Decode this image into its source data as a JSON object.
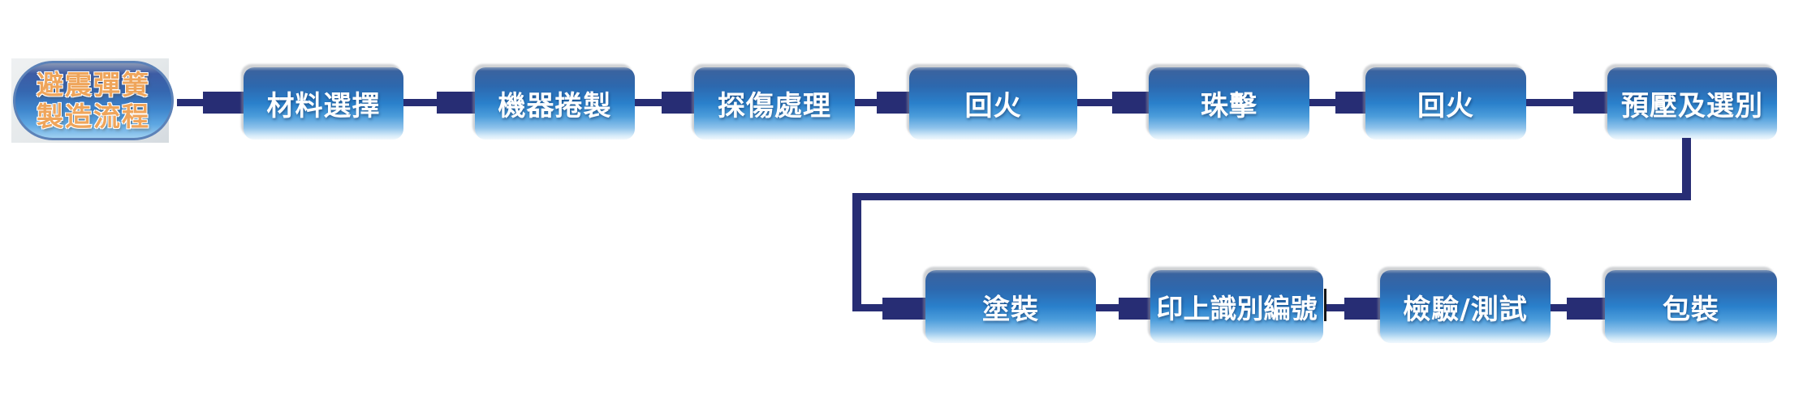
{
  "title": {
    "line1": "避震彈簧",
    "line2": "製造流程"
  },
  "steps": {
    "top_row": [
      {
        "id": "material-selection",
        "label": "材料選擇"
      },
      {
        "id": "machine-coiling",
        "label": "機器捲製"
      },
      {
        "id": "flaw-detection",
        "label": "探傷處理"
      },
      {
        "id": "tempering-1",
        "label": "回火"
      },
      {
        "id": "shot-peening",
        "label": "珠擊"
      },
      {
        "id": "tempering-2",
        "label": "回火"
      },
      {
        "id": "preload-sorting",
        "label": "預壓及選別"
      }
    ],
    "bottom_row": [
      {
        "id": "painting",
        "label": "塗裝"
      },
      {
        "id": "id-marking",
        "label": "印上識別編號"
      },
      {
        "id": "inspection-testing",
        "label": "檢驗/測試"
      },
      {
        "id": "packaging",
        "label": "包裝"
      }
    ]
  },
  "colors": {
    "connector": "#272D74",
    "box_gradient_top": "#3A639F",
    "box_gradient_mid": "#2A80CB",
    "box_gradient_bottom": "#F0F8FD",
    "box_text": "#FFFFFF",
    "title_text": "#EFA55B",
    "title_plate_bg": "#E6E9EB",
    "oval_border": "#5C82B8"
  }
}
